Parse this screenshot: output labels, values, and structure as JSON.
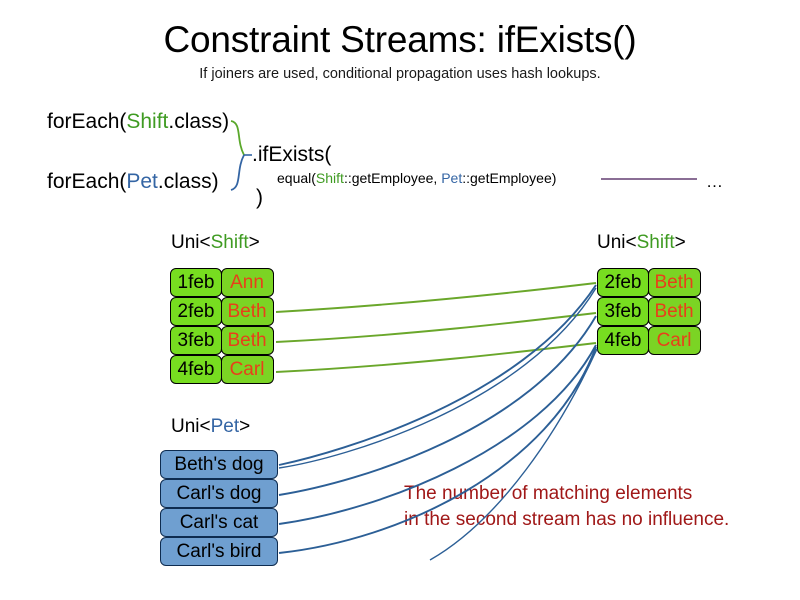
{
  "slide": {
    "title": "Constraint Streams: ifExists()",
    "subtitle": "If joiners are used, conditional propagation uses hash lookups."
  },
  "code": {
    "foreach_shift_prefix": "forEach(",
    "foreach_shift_type": "Shift",
    "foreach_shift_suffix": ".class)",
    "foreach_pet_prefix": "forEach(",
    "foreach_pet_type": "Pet",
    "foreach_pet_suffix": ".class)",
    "if_exists": ".ifExists(",
    "equal_prefix": "equal(",
    "equal_shift_type": "Shift",
    "equal_shift_method": "::getEmployee, ",
    "equal_pet_type": "Pet",
    "equal_pet_method": "::getEmployee)",
    "close_paren": ")",
    "ellipsis": "…"
  },
  "streams": {
    "shift_left": {
      "label_prefix": "Uni<",
      "label_type": "Shift",
      "label_suffix": ">",
      "rows": [
        {
          "date": "1feb",
          "employee": "Ann"
        },
        {
          "date": "2feb",
          "employee": "Beth"
        },
        {
          "date": "3feb",
          "employee": "Beth"
        },
        {
          "date": "4feb",
          "employee": "Carl"
        }
      ]
    },
    "shift_right": {
      "label_prefix": "Uni<",
      "label_type": "Shift",
      "label_suffix": ">",
      "rows": [
        {
          "date": "2feb",
          "employee": "Beth"
        },
        {
          "date": "3feb",
          "employee": "Beth"
        },
        {
          "date": "4feb",
          "employee": "Carl"
        }
      ]
    },
    "pet": {
      "label_prefix": "Uni<",
      "label_type": "Pet",
      "label_suffix": ">",
      "rows": [
        {
          "name": "Beth's dog"
        },
        {
          "name": "Carl's dog"
        },
        {
          "name": "Carl's cat"
        },
        {
          "name": "Carl's bird"
        }
      ]
    }
  },
  "annotation": {
    "text": "The number of matching elements\nin the second stream has no influence."
  },
  "colors": {
    "shift_green": "#7bd424",
    "shift_date_green": "#77dd20",
    "shift_name_text": "#e8401a",
    "pet_blue": "#6f9fd0",
    "pet_border": "#0e2c50",
    "type_shift": "#3f9b22",
    "type_pet": "#3465a4",
    "annotation_red": "#a01818",
    "wire_green": "#6aa72b",
    "wire_blue": "#2c5f96",
    "joiner_line": "#7a5a86"
  }
}
